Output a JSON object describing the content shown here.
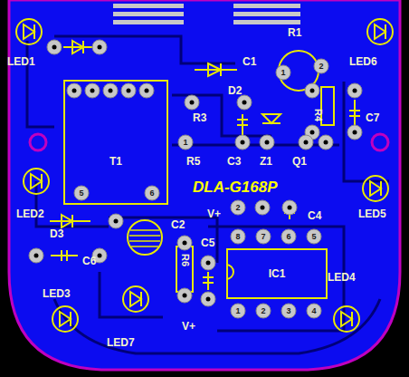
{
  "diagram": {
    "nodes": [
      {
        "text": [
          "T1"
        ]
      },
      {
        "text": [
          "IC1"
        ]
      }
    ],
    "labels": [
      "LED1",
      "R1",
      "LED6",
      "C1",
      "1",
      "2",
      "D2",
      "R3",
      "R4",
      "C7",
      "1",
      "R5",
      "C3",
      "Z1",
      "Q1",
      "DLA-G168P",
      "LED2",
      "5",
      "6",
      "V+",
      "2",
      "C4",
      "LED5",
      "D3",
      "C2",
      "8",
      "7",
      "6",
      "5",
      "C5",
      "C6",
      "R6",
      "LED4",
      "LED3",
      "1",
      "2",
      "3",
      "4",
      "V+",
      "LED7"
    ]
  }
}
